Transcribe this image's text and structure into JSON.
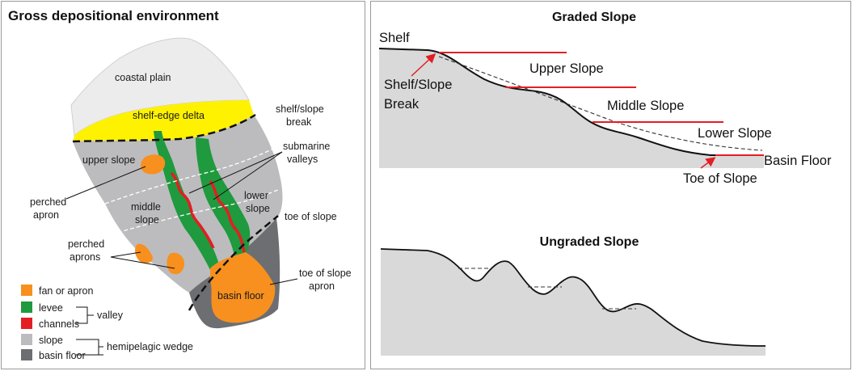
{
  "left": {
    "title": "Gross depositional environment",
    "zones": {
      "coastal_plain": "coastal plain",
      "shelf_edge_delta": "shelf-edge delta",
      "upper_slope": "upper slope",
      "middle_slope": [
        "middle",
        "slope"
      ],
      "lower_slope": [
        "lower",
        "slope"
      ],
      "basin_floor": "basin floor"
    },
    "callouts": {
      "shelf_slope_break": [
        "shelf/slope",
        "break"
      ],
      "submarine_valleys": [
        "submarine",
        "valleys"
      ],
      "toe_of_slope": "toe of slope",
      "toe_of_slope_apron": [
        "toe of slope",
        "apron"
      ],
      "perched_apron": [
        "perched",
        "apron"
      ],
      "perched_aprons": [
        "perched",
        "aprons"
      ]
    },
    "legend": {
      "items": [
        {
          "label": "fan or apron",
          "color": "#f7901e"
        },
        {
          "label": "levee",
          "color": "#1f9a3e"
        },
        {
          "label": "channels",
          "color": "#e31e24"
        },
        {
          "label": "slope",
          "color": "#bcbcbe"
        },
        {
          "label": "basin floor",
          "color": "#6d6e71"
        }
      ],
      "group_valley": "valley",
      "group_wedge": "hemipelagic wedge"
    },
    "colors": {
      "coastal_plain": "#ececec",
      "delta": "#fff200",
      "slope": "#bcbcbe",
      "basin": "#6d6e71",
      "fan": "#f7901e",
      "levee": "#1f9a3e",
      "channel": "#e31e24"
    }
  },
  "right": {
    "graded": {
      "title": "Graded Slope",
      "shelf": "Shelf",
      "break": [
        "Shelf/Slope",
        "Break"
      ],
      "upper": "Upper Slope",
      "middle": "Middle Slope",
      "lower": "Lower Slope",
      "basin_floor": "Basin Floor",
      "toe": "Toe of Slope"
    },
    "ungraded": {
      "title": "Ungraded Slope"
    },
    "colors": {
      "fill": "#d9d9d9",
      "red": "#e31e24"
    }
  }
}
